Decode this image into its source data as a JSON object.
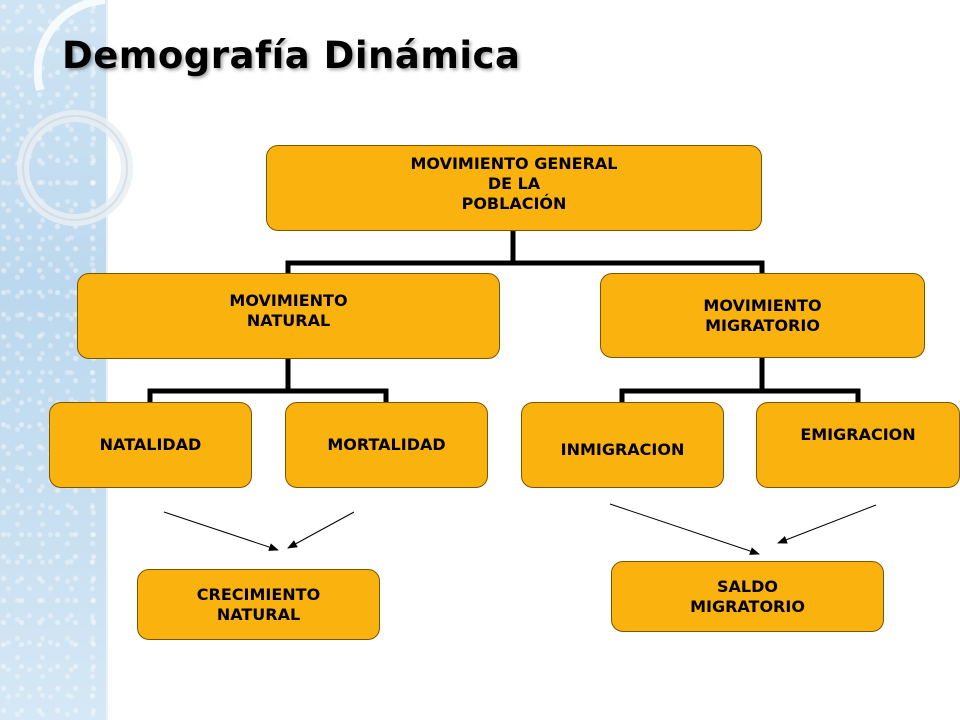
{
  "slide": {
    "title": "Demografía Dinámica"
  },
  "diagram": {
    "root": "MOVIMIENTO GENERAL\nDE  LA\nPOBLACIÓN",
    "natural": "MOVIMIENTO\nNATURAL",
    "migratorio": "MOVIMIENTO\n MIGRATORIO",
    "natalidad": "NATALIDAD",
    "mortalidad": "MORTALIDAD",
    "inmigracion": "INMIGRACION",
    "emigracion": "EMIGRACION",
    "crecimiento_natural": "CRECIMIENTO\nNATURAL",
    "saldo_migratorio": "SALDO\nMIGRATORIO"
  },
  "colors": {
    "box_fill": "#fab20f",
    "box_border": "#7a5500",
    "connector": "#000000",
    "side_panel": "#c4dcef"
  }
}
